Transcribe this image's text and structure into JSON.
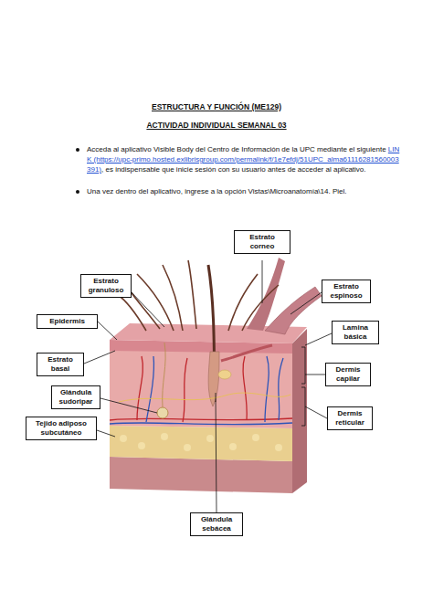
{
  "diagram": {
    "title": "ESTRUCTURA Y FUNCIÓN (ME129)",
    "nodes": [
      {
        "text": [
          "Estrato corneo"
        ]
      },
      {
        "text": [
          "Estrato granuloso"
        ]
      },
      {
        "text": [
          "Estrato espinoso"
        ]
      },
      {
        "text": [
          "Epidermis"
        ]
      },
      {
        "text": [
          "Lamina básica"
        ]
      },
      {
        "text": [
          "Estrato basal"
        ]
      },
      {
        "text": [
          "Dermis capilar"
        ]
      },
      {
        "text": [
          "Glándula sudoripar"
        ]
      },
      {
        "text": [
          "Dermis reticular"
        ]
      },
      {
        "text": [
          "Tejido adiposo subcutáneo"
        ]
      },
      {
        "text": [
          "Glándula sebácea"
        ]
      }
    ],
    "labels": [
      "ACTIVIDAD INDIVIDUAL SEMANAL 03",
      "Acceda al aplicativo Visible Body del Centro de Información de la UPC mediante el siguiente",
      "LINK (https://upc-primo.hosted.exlibrisgroup.com/permalink/f/1e7efdj/51UPC_alma61116281560003391)",
      ", es indispensable que inicie sesión con su usuario antes de acceder al aplicativo.",
      "Una vez dentro del aplicativo, ingrese a la opción Vistas\\Microanatomía\\14. Piel."
    ]
  }
}
